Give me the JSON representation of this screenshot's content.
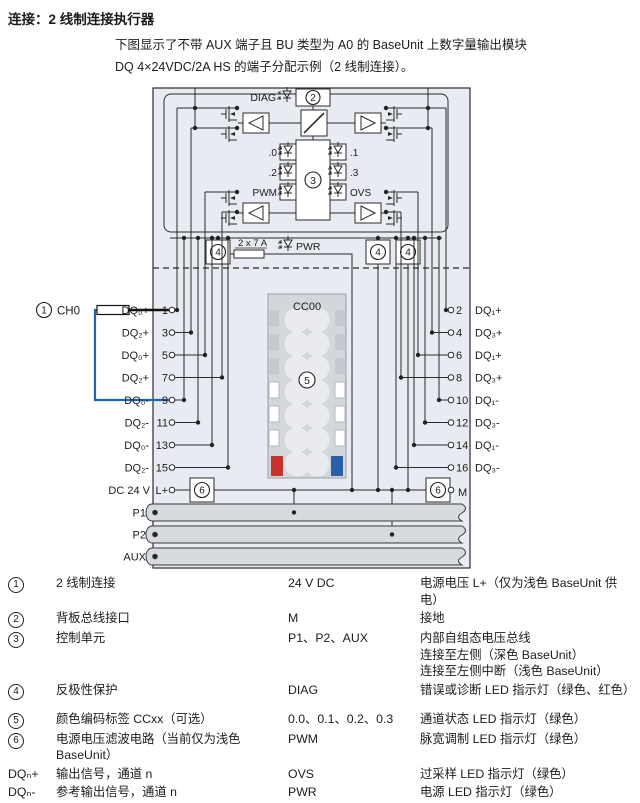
{
  "page": {
    "title": "连接：2 线制连接执行器",
    "intro": "下图显示了不带 AUX 端子且 BU 类型为 A0 的 BaseUnit 上数字量输出模块\nDQ 4×24VDC/2A HS 的端子分配示例（2 线制连接）。"
  },
  "diagram": {
    "callouts": {
      "c1": "1",
      "c2": "2",
      "c3": "3",
      "c4": "4",
      "c5": "5",
      "c6": "6"
    },
    "labels": {
      "ch0": "CH0",
      "diag": "DIAG",
      "pwr": "PWR",
      "fuse": "2 x 7 A",
      "cc": "CC00",
      "dc": "DC 24 V",
      "lplus": "L+",
      "m": "M",
      "p1": "P1",
      "p2": "P2",
      "aux": "AUX"
    },
    "leds": {
      "left": [
        ".0",
        ".2",
        "PWM"
      ],
      "right": [
        ".1",
        ".3",
        "OVS"
      ]
    },
    "terminals": {
      "left": [
        {
          "n": "1",
          "label": "DQ₀+"
        },
        {
          "n": "3",
          "label": "DQ₂+"
        },
        {
          "n": "5",
          "label": "DQ₀+"
        },
        {
          "n": "7",
          "label": "DQ₂+"
        },
        {
          "n": "9",
          "label": "DQ₀-"
        },
        {
          "n": "11",
          "label": "DQ₂-"
        },
        {
          "n": "13",
          "label": "DQ₀-"
        },
        {
          "n": "15",
          "label": "DQ₂-"
        }
      ],
      "right": [
        {
          "n": "2",
          "label": "DQ₁+"
        },
        {
          "n": "4",
          "label": "DQ₃+"
        },
        {
          "n": "6",
          "label": "DQ₁+"
        },
        {
          "n": "8",
          "label": "DQ₃+"
        },
        {
          "n": "10",
          "label": "DQ₁-"
        },
        {
          "n": "12",
          "label": "DQ₃-"
        },
        {
          "n": "14",
          "label": "DQ₁-"
        },
        {
          "n": "16",
          "label": "DQ₃-"
        }
      ]
    },
    "colors": {
      "bg": "#e8ebf1",
      "wire_blue": "#1a67ad",
      "tab_red": "#c9322c",
      "tab_blue": "#2a5fa8"
    }
  },
  "legend": {
    "rows": [
      {
        "sym": "1",
        "circle": true,
        "desc": "2 线制连接",
        "signal": "24 V DC",
        "meaning": "电源电压 L+（仅为浅色 BaseUnit 供电）"
      },
      {
        "sym": "2",
        "circle": true,
        "desc": "背板总线接口",
        "signal": "M",
        "meaning": "接地"
      },
      {
        "sym": "3",
        "circle": true,
        "desc": "控制单元",
        "signal": "P1、P2、AUX",
        "meaning": "内部自组态电压总线\n连接至左侧（深色 BaseUnit）\n连接至左侧中断（浅色 BaseUnit）"
      },
      {
        "sym": "4",
        "circle": true,
        "desc": "反极性保护",
        "signal": "DIAG",
        "meaning": "错误或诊断 LED 指示灯（绿色、红色）"
      },
      {
        "sym": "5",
        "circle": true,
        "gap": true,
        "desc": "颜色编码标签 CCxx（可选）",
        "signal": "0.0、0.1、0.2、0.3",
        "meaning": "通道状态 LED 指示灯（绿色）"
      },
      {
        "sym": "6",
        "circle": true,
        "desc": "电源电压滤波电路（当前仅为浅色 BaseUnit）",
        "signal": "PWM",
        "meaning": "脉宽调制 LED 指示灯（绿色）"
      },
      {
        "sym": "DQₙ+",
        "circle": false,
        "desc": "输出信号，通道 n",
        "signal": "OVS",
        "meaning": "过采样 LED 指示灯（绿色）"
      },
      {
        "sym": "DQₙ-",
        "circle": false,
        "desc": "参考输出信号，通道 n",
        "signal": "PWR",
        "meaning": "电源 LED 指示灯（绿色）"
      }
    ]
  }
}
